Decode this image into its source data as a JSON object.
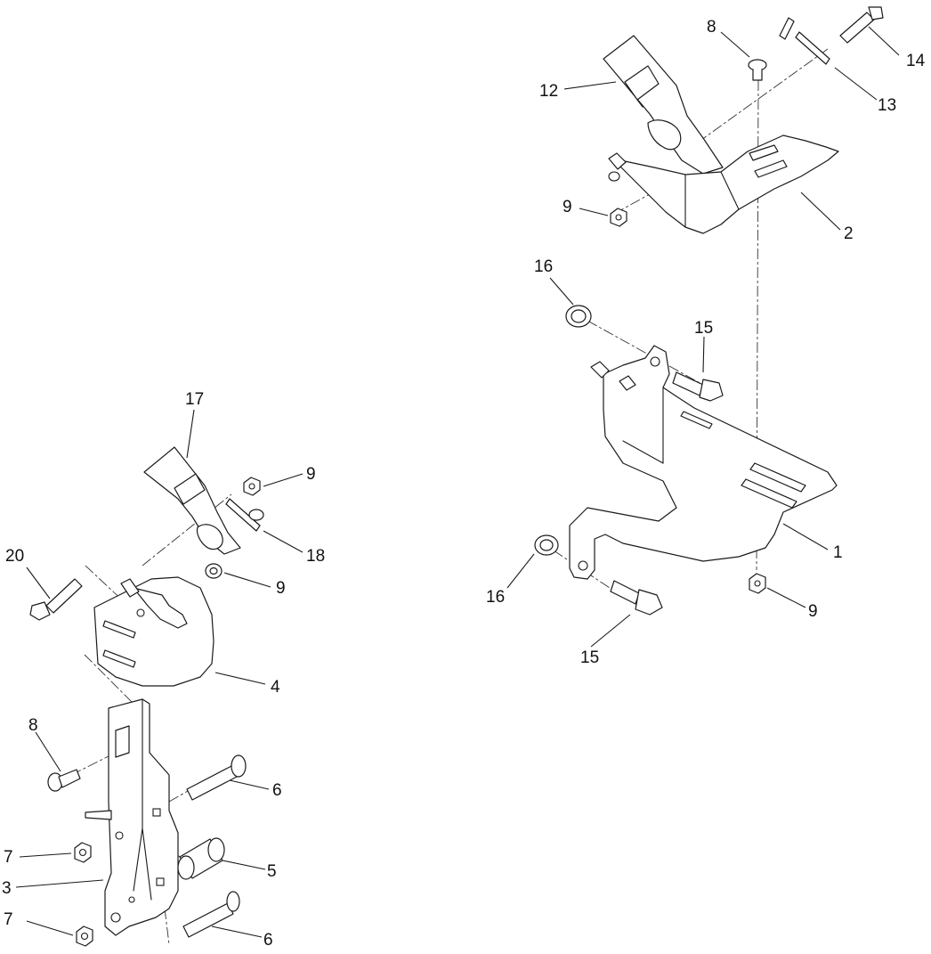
{
  "callouts": {
    "c1": "1",
    "c2": "2",
    "c3": "3",
    "c4": "4",
    "c5": "5",
    "c6a": "6",
    "c6b": "6",
    "c7a": "7",
    "c7b": "7",
    "c8a": "8",
    "c8b": "8",
    "c9a": "9",
    "c9b": "9",
    "c9c": "9",
    "c9d": "9",
    "c12": "12",
    "c13": "13",
    "c14": "14",
    "c15a": "15",
    "c15b": "15",
    "c16a": "16",
    "c16b": "16",
    "c17": "17",
    "c18": "18",
    "c20": "20"
  }
}
